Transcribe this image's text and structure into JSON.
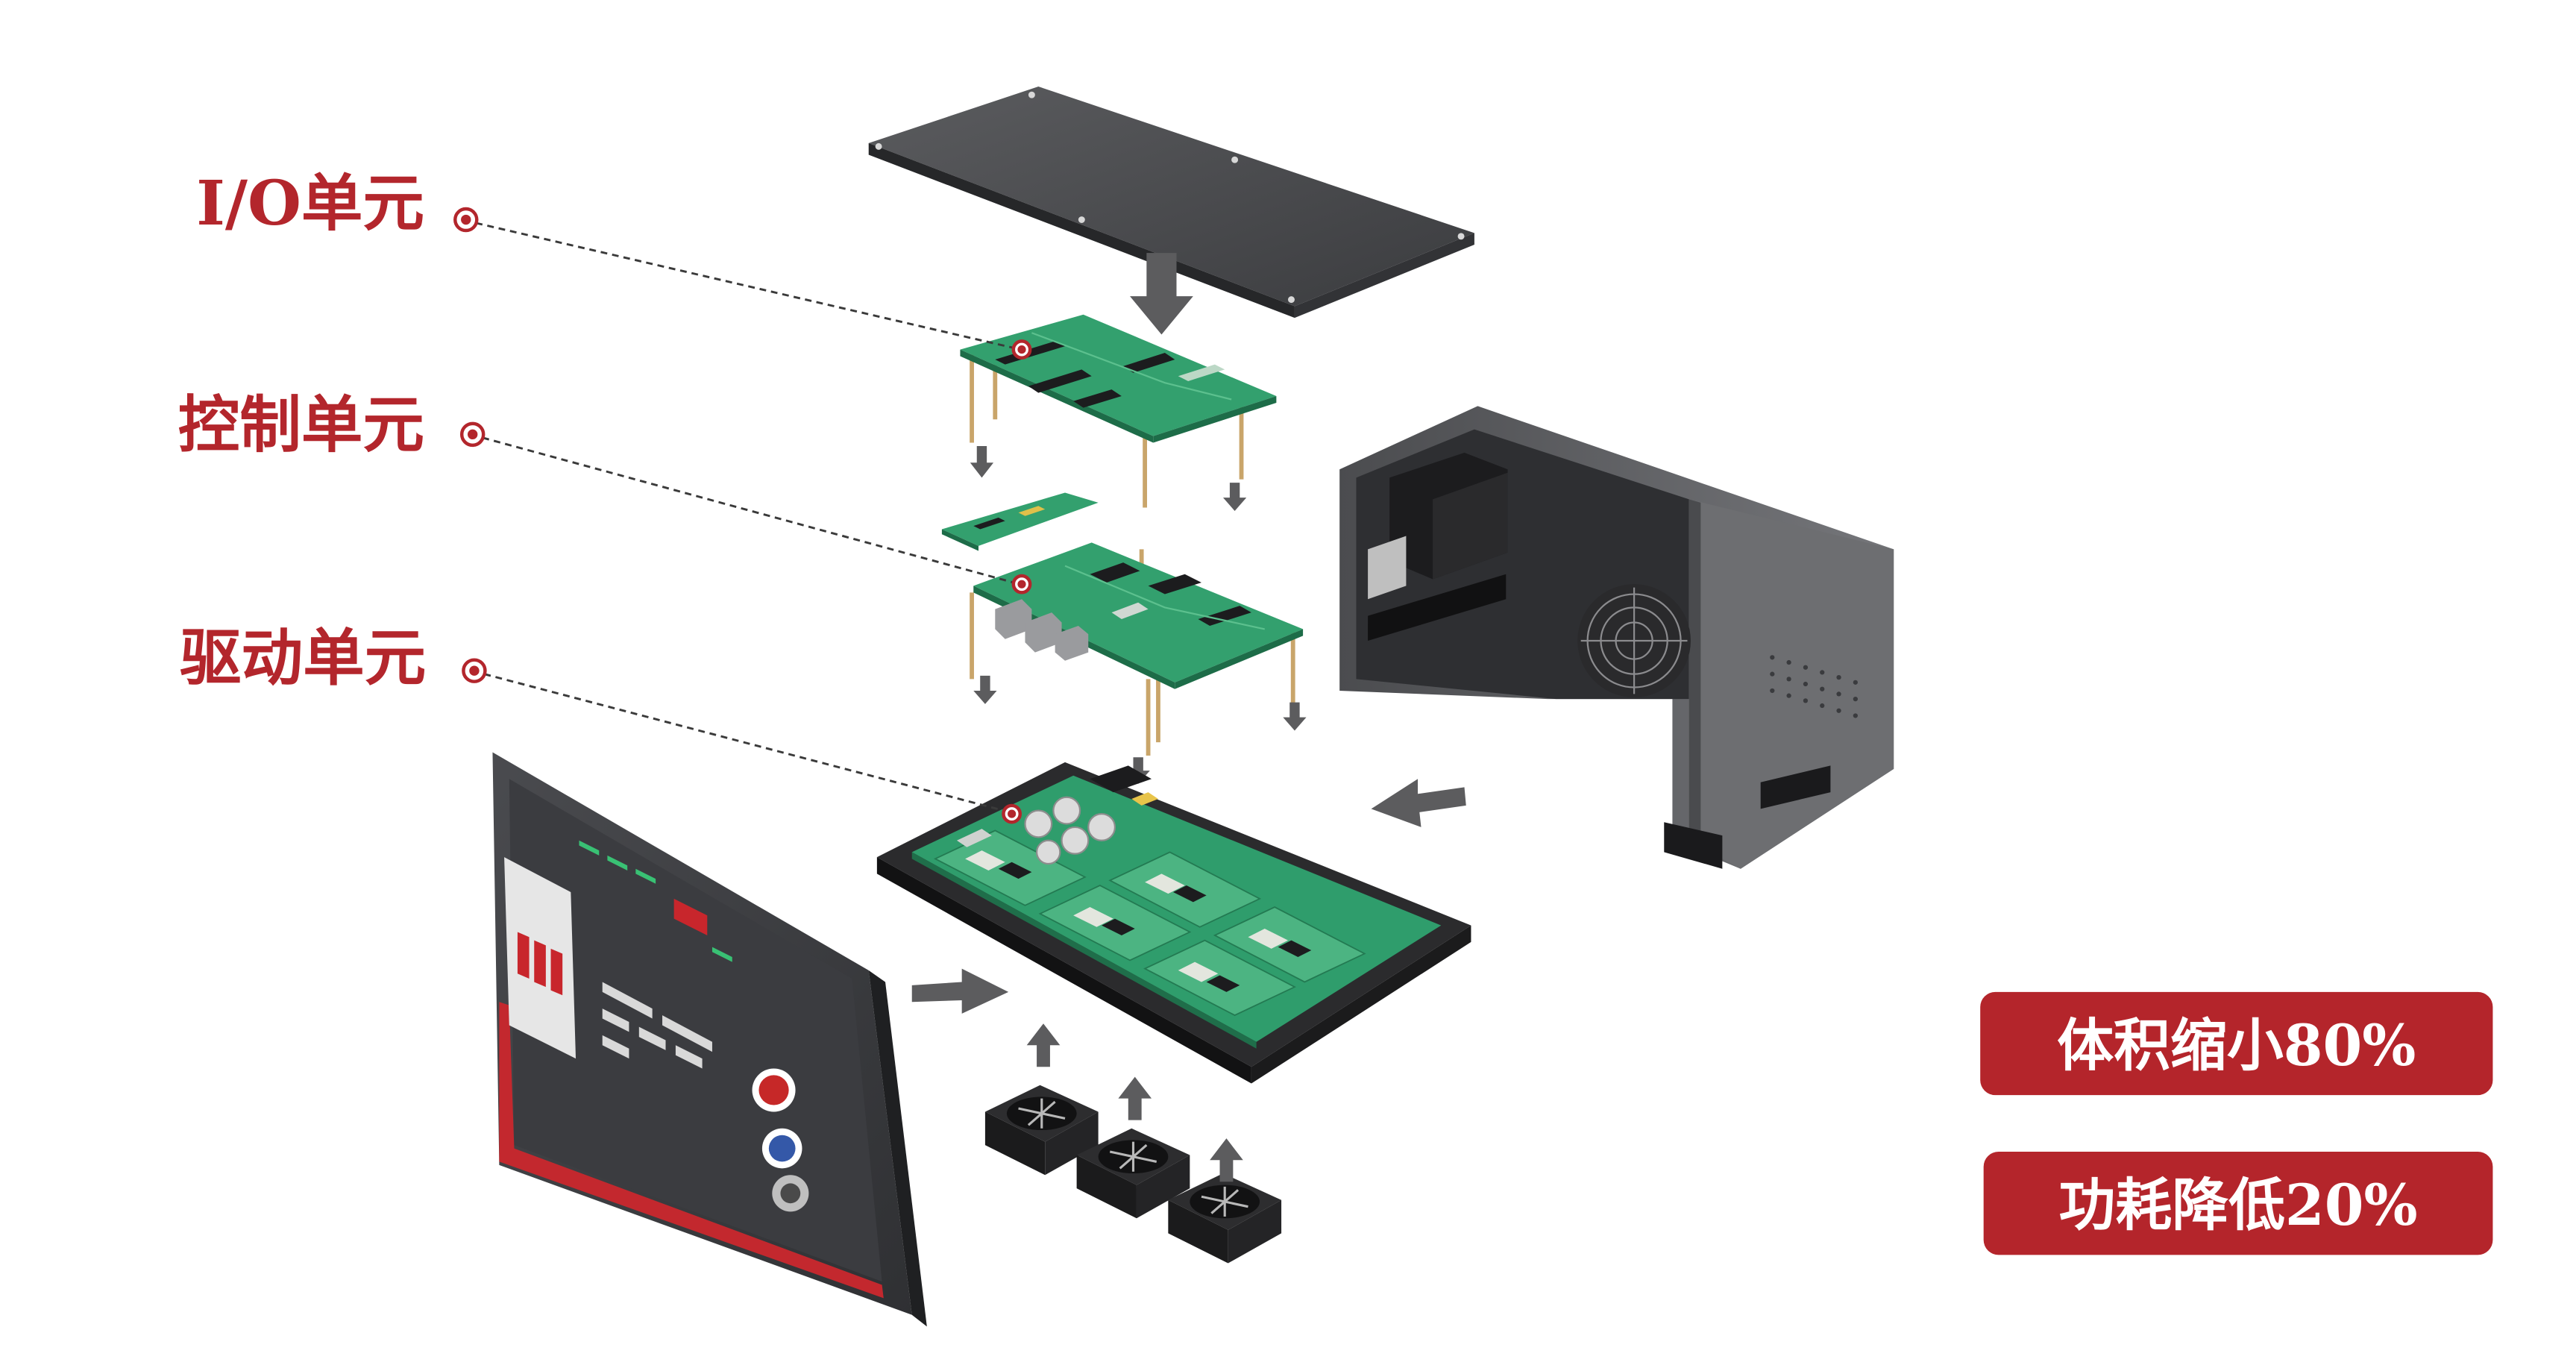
{
  "callouts": [
    {
      "label": "I/O单元"
    },
    {
      "label": "控制单元"
    },
    {
      "label": "驱动单元"
    }
  ],
  "highlights": [
    {
      "text": "体积缩小80%"
    },
    {
      "text": "功耗降低20%"
    }
  ],
  "colors": {
    "accent": "#b3262c",
    "badge_fill": "#b4252b",
    "pcb_green": "#33a06e",
    "housing_grey": "#56575a",
    "leader_line": "#3a3a3a"
  }
}
